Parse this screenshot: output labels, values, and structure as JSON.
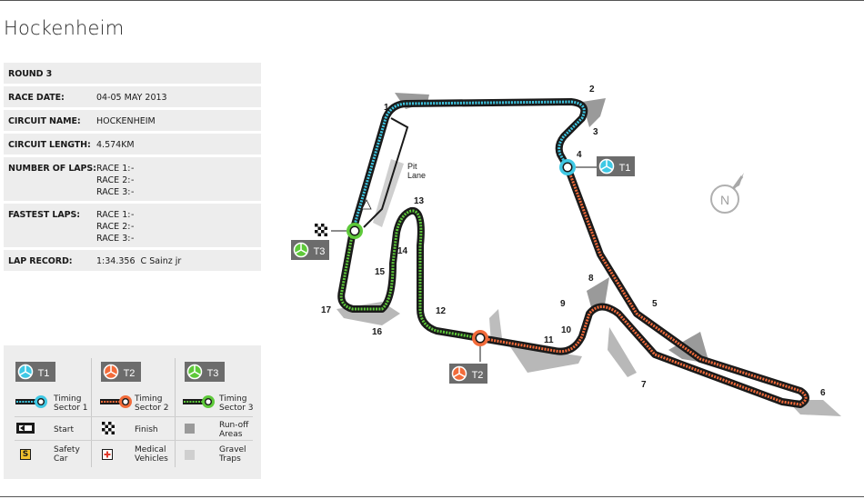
{
  "title": "Hockenheim",
  "info": {
    "round": "ROUND 3",
    "race_date_label": "RACE DATE:",
    "race_date": "04-05 MAY 2013",
    "circuit_name_label": "CIRCUIT NAME:",
    "circuit_name": "HOCKENHEIM",
    "circuit_length_label": "CIRCUIT LENGTH:",
    "circuit_length": "4.574KM",
    "laps_label": "NUMBER OF LAPS:",
    "laps": [
      {
        "race": "RACE 1:",
        "value": "-"
      },
      {
        "race": "RACE 2:",
        "value": "-"
      },
      {
        "race": "RACE 3:",
        "value": "-"
      }
    ],
    "fastest_label": "FASTEST LAPS:",
    "fastest": [
      {
        "race": "RACE 1:",
        "value": "-"
      },
      {
        "race": "RACE 2:",
        "value": "-"
      },
      {
        "race": "RACE 3:",
        "value": "-"
      }
    ],
    "record_label": "LAP RECORD:",
    "record_time": "1:34.356",
    "record_holder": "C Sainz jr"
  },
  "legend": {
    "t1_badge": "T1",
    "t2_badge": "T2",
    "t3_badge": "T3",
    "sector1": "Timing Sector 1",
    "sector1_a": "Timing",
    "sector1_b": "Sector 1",
    "sector2_a": "Timing",
    "sector2_b": "Sector 2",
    "sector3_a": "Timing",
    "sector3_b": "Sector 3",
    "start": "Start",
    "finish": "Finish",
    "runoff_a": "Run-off",
    "runoff_b": "Areas",
    "safety_a": "Safety",
    "safety_b": "Car",
    "safety_icon": "S",
    "medical_a": "Medical",
    "medical_b": "Vehicles",
    "gravel_a": "Gravel",
    "gravel_b": "Traps"
  },
  "map": {
    "turns": [
      "1",
      "2",
      "3",
      "4",
      "5",
      "6",
      "7",
      "8",
      "9",
      "10",
      "11",
      "12",
      "13",
      "14",
      "15",
      "16",
      "17"
    ],
    "pit_lane_a": "Pit",
    "pit_lane_b": "Lane",
    "compass_letter": "N",
    "t1_badge": "T1",
    "t2_badge": "T2",
    "t3_badge": "T3"
  },
  "colors": {
    "sector1": "#3fc8e4",
    "sector2": "#f26b3a",
    "sector3": "#5ec93a",
    "track": "#1a1a1a",
    "runoff": "#9a9a9a",
    "gravel": "#cfcfcf"
  }
}
